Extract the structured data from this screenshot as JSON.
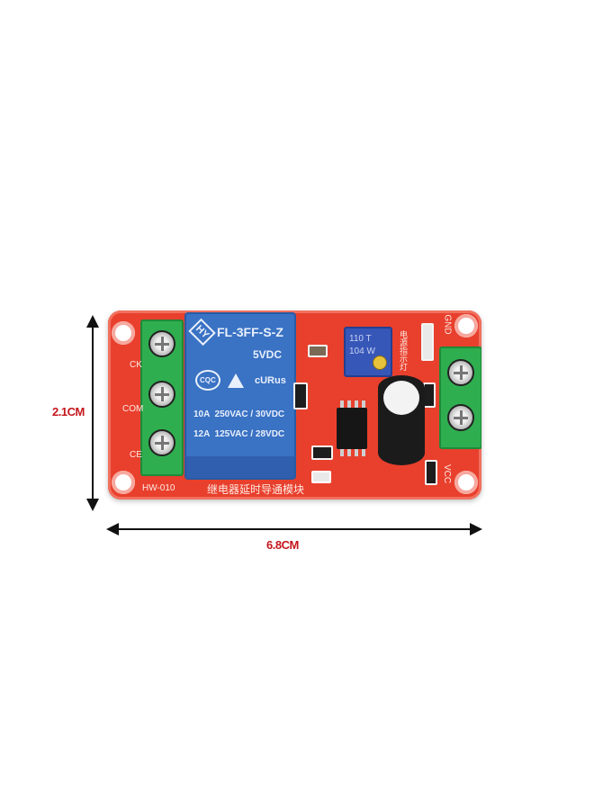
{
  "image": {
    "subject": "Relay delay timer module on red PCB with dimension annotations",
    "background": "#ffffff"
  },
  "dimensions": {
    "height_label": "2.1CM",
    "width_label": "6.8CM",
    "label_color": "#c4161c",
    "line_color": "#111111"
  },
  "pcb": {
    "color": "#e8402d",
    "model_silkscreen": "HW-010",
    "chinese_label": "继电器延时导通模块",
    "left_terminal_labels": [
      "CK",
      "COM",
      "CE"
    ],
    "right_labels": [
      "GND",
      "VCC"
    ],
    "indicator_label": "电源指示灯"
  },
  "relay": {
    "brand_logo": "HY",
    "model": "FL-3FF-S-Z",
    "voltage": "5VDC",
    "certs": [
      "CQC",
      "CE-triangle",
      "cURus"
    ],
    "rating_1": "10A  250VAC / 30VDC",
    "rating_2": "12A  125VAC / 28VDC",
    "color": "#3a72c4"
  },
  "potentiometer": {
    "marking_1": "110 T",
    "marking_2": "104 W",
    "color": "#3757b8"
  },
  "terminals": {
    "left_screws": 3,
    "right_screws": 2,
    "color": "#2fae4f"
  }
}
